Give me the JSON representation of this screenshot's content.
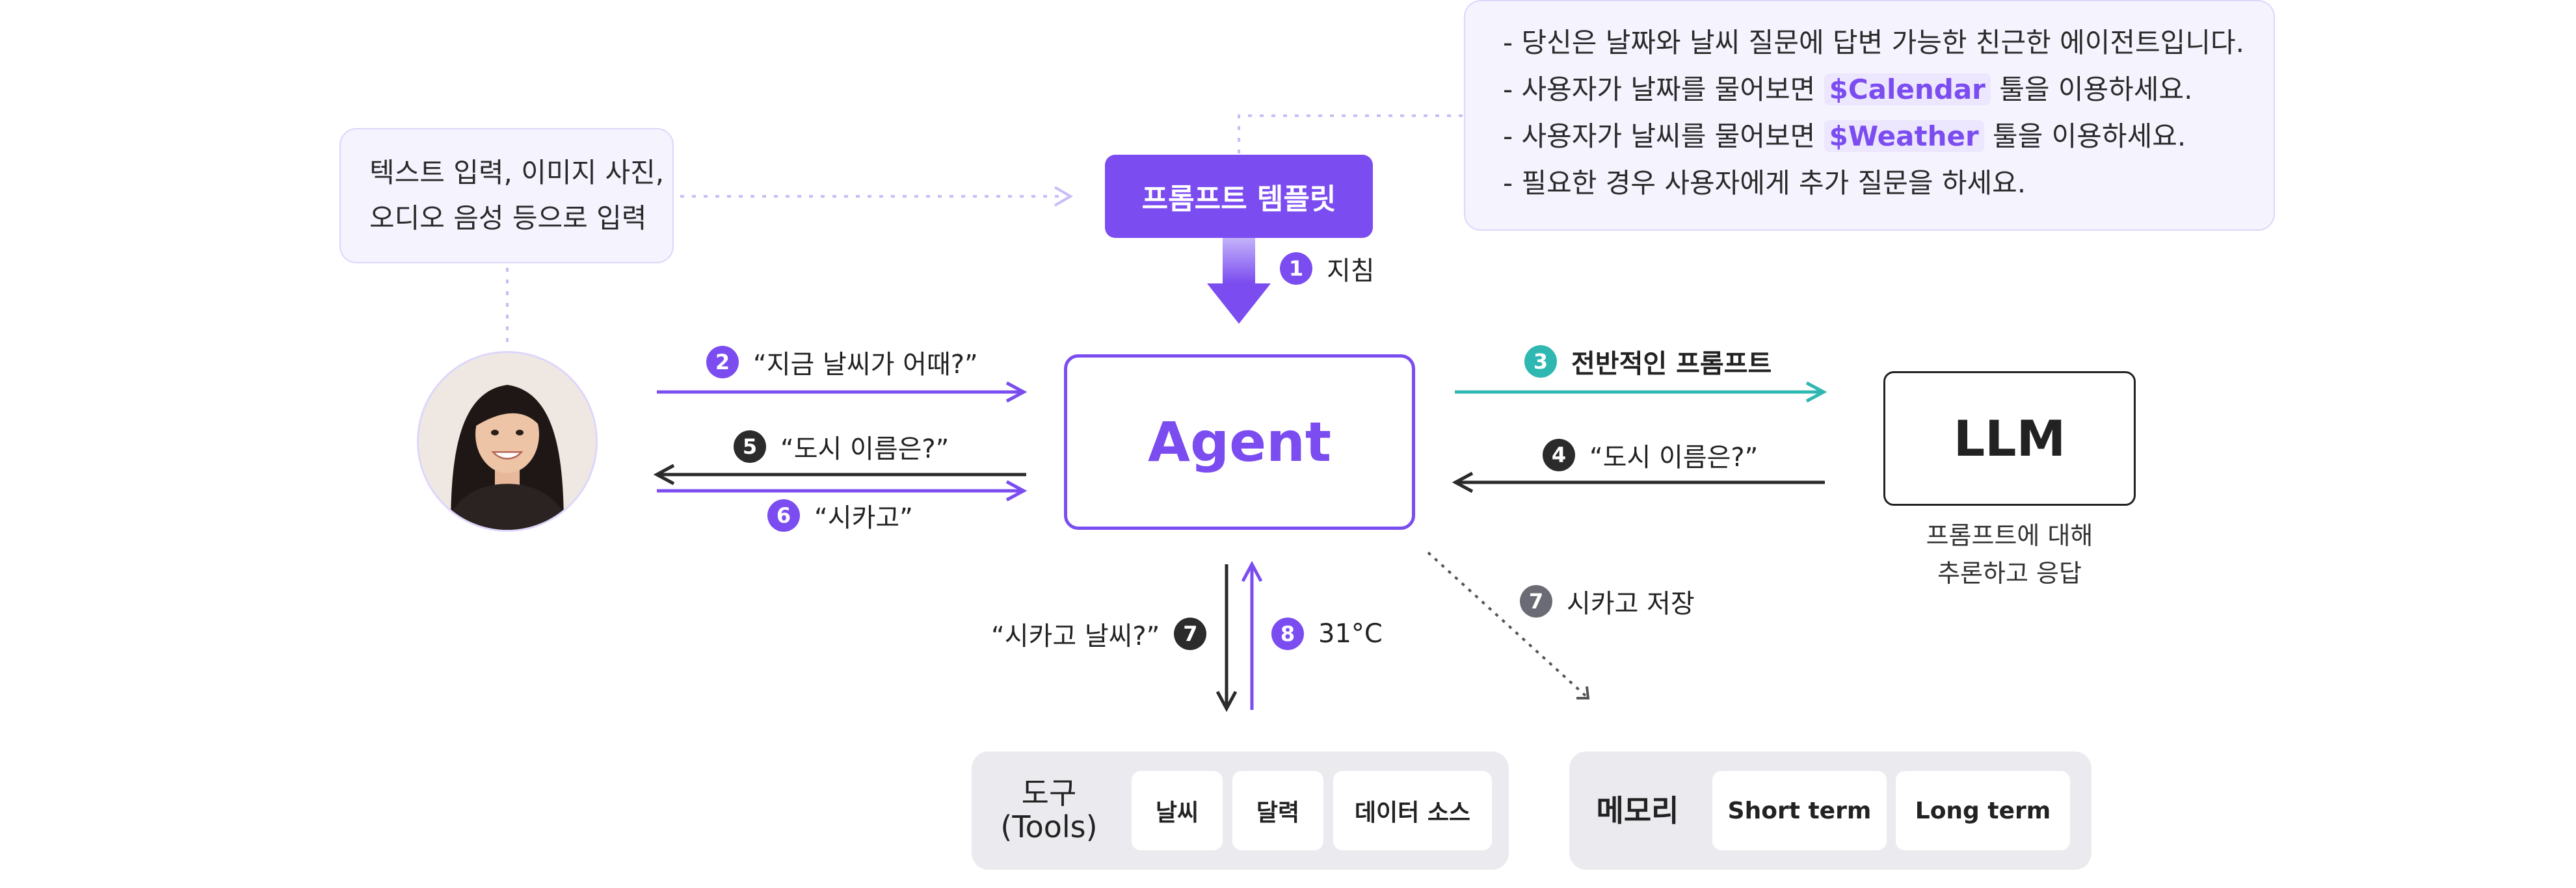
{
  "input_note": {
    "line1": "텍스트 입력, 이미지 사진,",
    "line2": "오디오 음성 등으로 입력"
  },
  "prompt_template": {
    "button_label": "프롬프트 템플릿",
    "lines": [
      {
        "pre": "- 당신은 날짜와 날씨 질문에 답변 가능한 친근한 에이전트입니다.",
        "tool": "",
        "post": ""
      },
      {
        "pre": "- 사용자가 날짜를 물어보면 ",
        "tool": "$Calendar",
        "post": " 툴을 이용하세요."
      },
      {
        "pre": "- 사용자가 날씨를 물어보면 ",
        "tool": "$Weather",
        "post": " 툴을 이용하세요."
      },
      {
        "pre": "- 필요한 경우 사용자에게 추가 질문을 하세요.",
        "tool": "",
        "post": ""
      }
    ]
  },
  "agent": {
    "label": "Agent"
  },
  "llm": {
    "label": "LLM",
    "desc_line1": "프롬프트에 대해",
    "desc_line2": "추론하고 응답"
  },
  "steps": {
    "s1": {
      "num": "1",
      "text": "지침"
    },
    "s2": {
      "num": "2",
      "text": "“지금 날씨가 어때?”"
    },
    "s3": {
      "num": "3",
      "text": "전반적인 프롬프트"
    },
    "s4": {
      "num": "4",
      "text": "“도시 이름은?”"
    },
    "s5": {
      "num": "5",
      "text": "“도시 이름은?”"
    },
    "s6": {
      "num": "6",
      "text": "“시카고”"
    },
    "s7a": {
      "num": "7",
      "text": "“시카고 날씨?”"
    },
    "s8": {
      "num": "8",
      "text": "31°C"
    },
    "s7b": {
      "num": "7",
      "text": "시카고 저장"
    }
  },
  "tools": {
    "title_line1": "도구",
    "title_line2": "(Tools)",
    "items": [
      "날씨",
      "달력",
      "데이터 소스"
    ]
  },
  "memory": {
    "title": "메모리",
    "items": [
      "Short term",
      "Long term"
    ]
  },
  "colors": {
    "accent": "#7b4cf0",
    "teal": "#2fb7b2",
    "dark": "#2b2b2b",
    "panel": "#ebebef",
    "note_bg": "#f5f3fe"
  }
}
